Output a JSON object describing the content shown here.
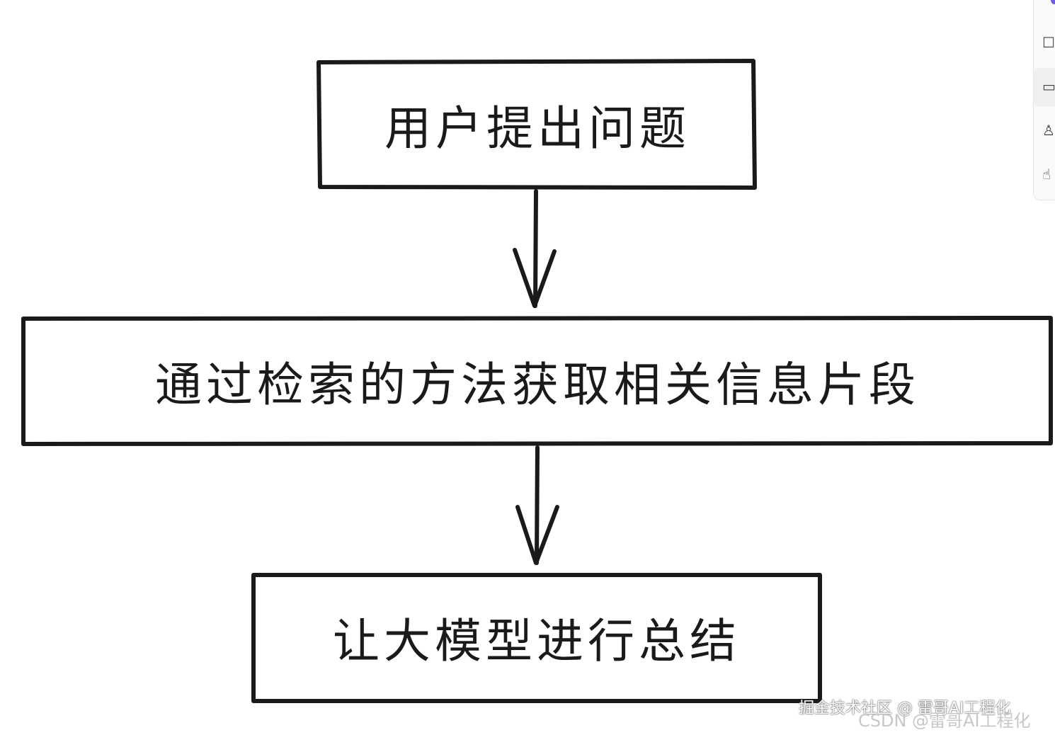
{
  "diagram": {
    "nodes": [
      {
        "id": "step-1",
        "label": "用户提出问题"
      },
      {
        "id": "step-2",
        "label": "通过检索的方法获取相关信息片段"
      },
      {
        "id": "step-3",
        "label": "让大模型进行总结"
      }
    ],
    "edges": [
      {
        "from": "step-1",
        "to": "step-2"
      },
      {
        "from": "step-2",
        "to": "step-3"
      }
    ]
  },
  "toolbar": {
    "icons": [
      "square-icon",
      "comment-icon",
      "thumbs-up-icon",
      "hand-icon"
    ],
    "glyphs": [
      "☐",
      "▭",
      "♙",
      "☝"
    ],
    "accent": "#6c5ce7"
  },
  "watermarks": {
    "juejin": "掘金技术社区 @ 雷哥AI工程化",
    "csdn": "CSDN @雷哥AI工程化"
  },
  "colors": {
    "stroke": "#1a1a1a",
    "background": "#ffffff"
  }
}
